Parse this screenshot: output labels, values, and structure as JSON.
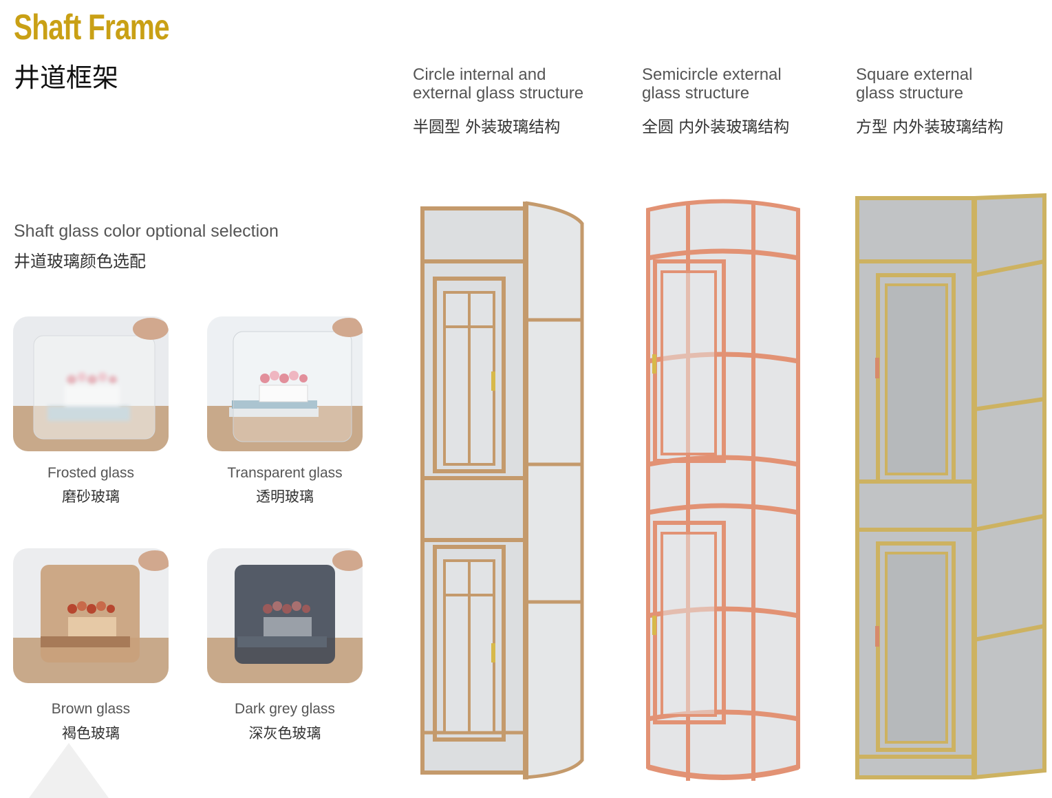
{
  "header": {
    "title_en": "Shaft Frame",
    "title_cn": "井道框架"
  },
  "glass_section": {
    "title_en": "Shaft glass color optional selection",
    "title_cn": "井道玻璃颜色选配",
    "samples": [
      {
        "label_en": "Frosted glass",
        "label_cn": "磨砂玻璃",
        "tint": "#f2f3f3"
      },
      {
        "label_en": "Transparent glass",
        "label_cn": "透明玻璃",
        "tint": "#eef2f6"
      },
      {
        "label_en": "Brown glass",
        "label_cn": "褐色玻璃",
        "tint": "#c9a07a"
      },
      {
        "label_en": "Dark grey glass",
        "label_cn": "深灰色玻璃",
        "tint": "#4a5260"
      }
    ]
  },
  "structures": [
    {
      "label_en_1": "Circle internal and",
      "label_en_2": "external glass structure",
      "label_cn": "半圆型  外装玻璃结构",
      "frame_color": "#c49a6c"
    },
    {
      "label_en_1": "Semicircle external",
      "label_en_2": "glass structure",
      "label_cn": "全圆  内外装玻璃结构",
      "frame_color": "#e29274"
    },
    {
      "label_en_1": "Square external",
      "label_en_2": "glass structure",
      "label_cn": "方型  内外装玻璃结构",
      "frame_color": "#cdb261"
    }
  ],
  "colors": {
    "accent": "#c9a015",
    "glass_grey": "#b9bcc1"
  }
}
